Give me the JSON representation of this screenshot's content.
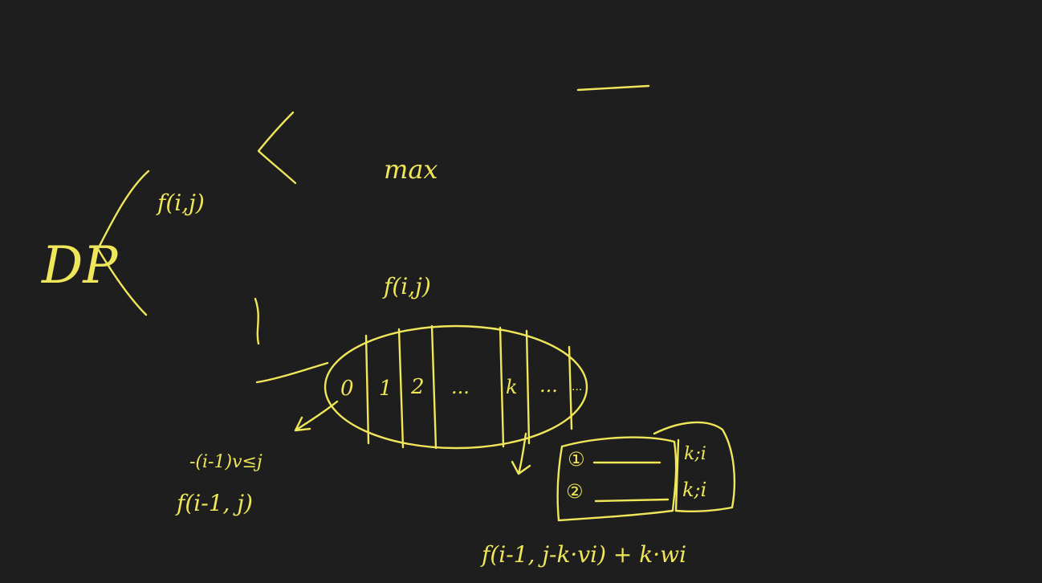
{
  "canvas": {
    "background": "#1e1e1e",
    "ink_color": "#f0e65a"
  },
  "diagram": {
    "root": "DP",
    "state_representation": {
      "label": "",
      "function": "f(i,j)",
      "set_label": "",
      "set_text": "",
      "attribute_label": "",
      "attribute_value": "max"
    },
    "state_computation": {
      "label": "",
      "ellipse_function": "f(i,j)",
      "choose_note": "",
      "partition_cells": [
        "0",
        "1",
        "2",
        "...",
        "k",
        "...",
        "..."
      ],
      "case_zero_condition": "-(i-1)v≤j",
      "case_zero_formula": "f(i-1, j)",
      "box_items": [
        {
          "marker": "①",
          "side": "k;i"
        },
        {
          "marker": "②",
          "side": "k;i"
        }
      ],
      "case_k_formula": "f(i-1, j-k·vi) + k·wi"
    }
  }
}
